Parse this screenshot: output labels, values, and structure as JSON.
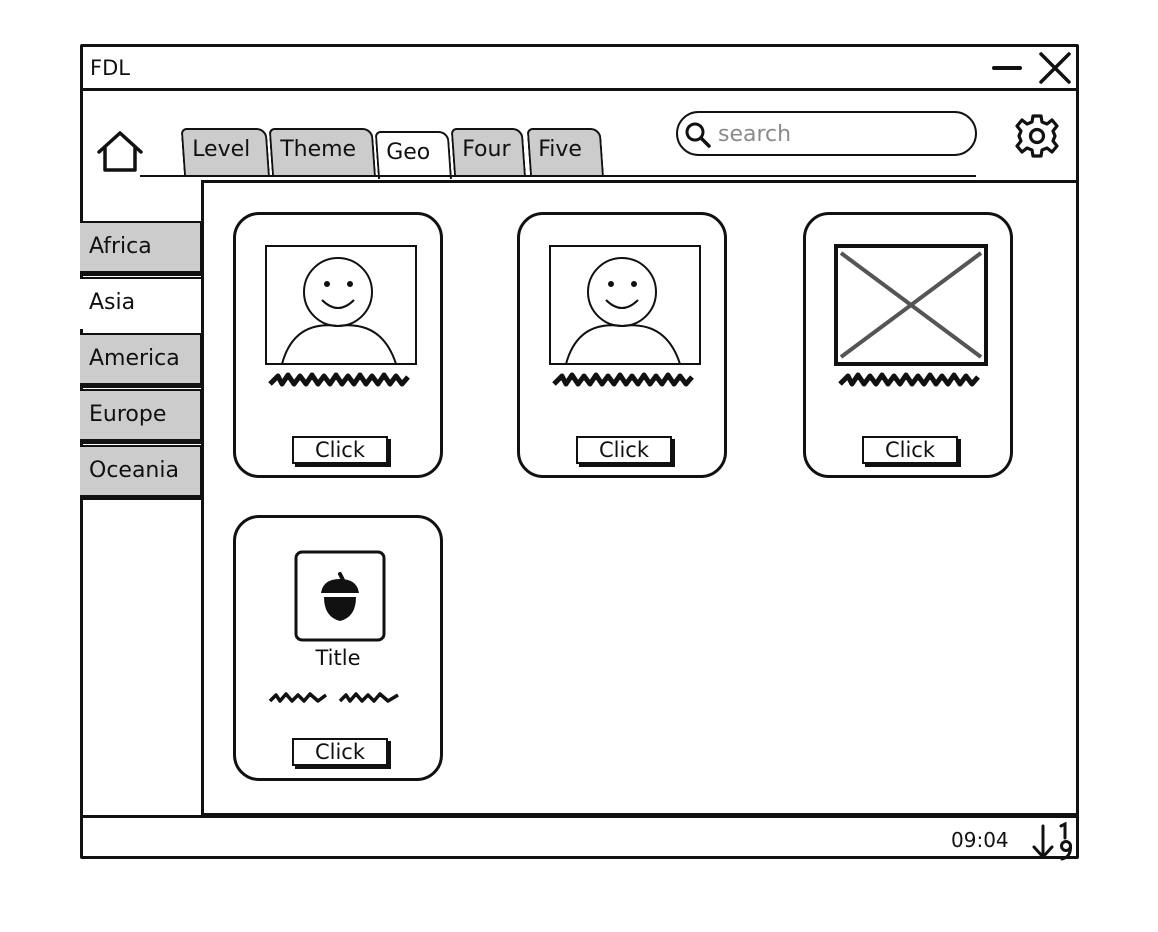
{
  "window": {
    "title": "FDL"
  },
  "header": {
    "tabs": [
      {
        "label": "Level",
        "active": false
      },
      {
        "label": "Theme",
        "active": false
      },
      {
        "label": "Geo",
        "active": true
      },
      {
        "label": "Four",
        "active": false
      },
      {
        "label": "Five",
        "active": false
      }
    ],
    "search": {
      "placeholder": "search"
    }
  },
  "sidebar": {
    "items": [
      {
        "label": "Africa",
        "active": false
      },
      {
        "label": "Asia",
        "active": true
      },
      {
        "label": "America",
        "active": false
      },
      {
        "label": "Europe",
        "active": false
      },
      {
        "label": "Oceania",
        "active": false
      }
    ]
  },
  "cards": [
    {
      "image": "user-avatar-icon",
      "button_label": "Click"
    },
    {
      "image": "user-avatar-icon",
      "button_label": "Click"
    },
    {
      "image": "image-placeholder-icon",
      "button_label": "Click"
    },
    {
      "image": "acorn-icon",
      "title": "Title",
      "button_label": "Click"
    }
  ],
  "footer": {
    "clock": "09:04",
    "sort_icon": "sort-numeric-down-icon"
  },
  "colors": {
    "tab_inactive": "#cccccc",
    "outline": "#111111",
    "placeholder_x": "#555555"
  }
}
